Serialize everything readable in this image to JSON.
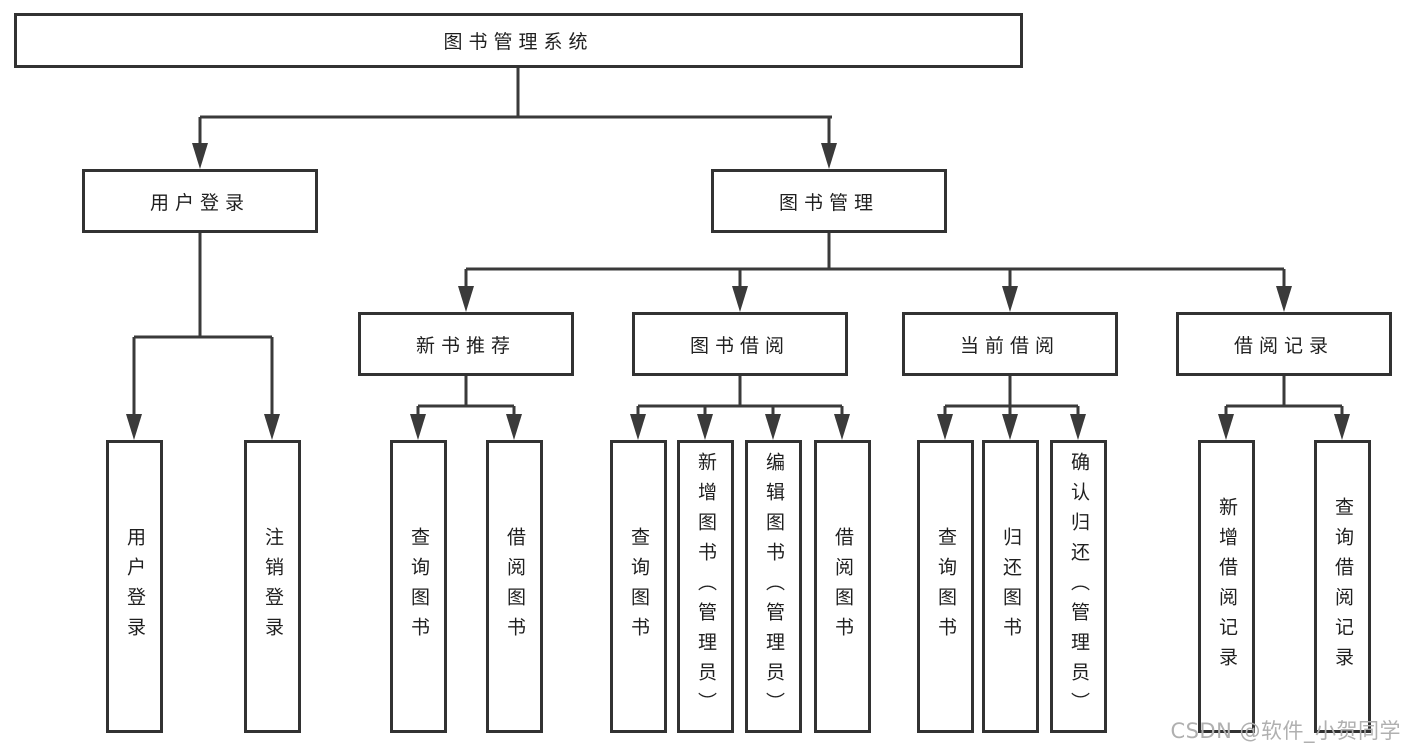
{
  "tree": {
    "root": "图书管理系统",
    "branches": [
      {
        "label": "用户登录",
        "children": [
          {
            "label": "用户登录"
          },
          {
            "label": "注销登录"
          }
        ]
      },
      {
        "label": "图书管理",
        "children": [
          {
            "label": "新书推荐",
            "children": [
              {
                "label": "查询图书"
              },
              {
                "label": "借阅图书"
              }
            ]
          },
          {
            "label": "图书借阅",
            "children": [
              {
                "label": "查询图书"
              },
              {
                "label": "新增图书（管理员）"
              },
              {
                "label": "编辑图书（管理员）"
              },
              {
                "label": "借阅图书"
              }
            ]
          },
          {
            "label": "当前借阅",
            "children": [
              {
                "label": "查询图书"
              },
              {
                "label": "归还图书"
              },
              {
                "label": "确认归还（管理员）"
              }
            ]
          },
          {
            "label": "借阅记录",
            "children": [
              {
                "label": "新增借阅记录"
              },
              {
                "label": "查询借阅记录"
              }
            ]
          }
        ]
      }
    ]
  },
  "watermark": {
    "text": "CSDN @软件_小贺同学"
  },
  "colors": {
    "line": "#3a3a3a",
    "box_border": "#323232",
    "text": "#1f1f1f",
    "watermark": "#b0b0b0",
    "background": "#ffffff"
  }
}
